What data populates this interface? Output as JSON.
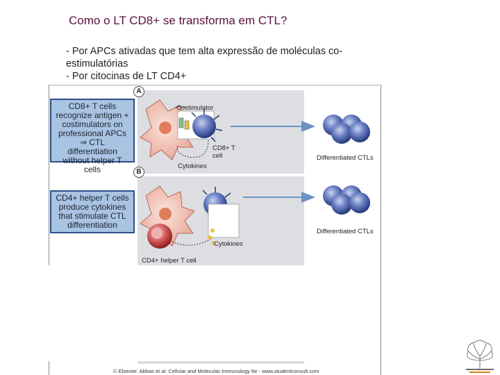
{
  "slide": {
    "title": "Como o LT CD8+ se transforma em CTL?",
    "bullets": [
      "- Por APCs ativadas que tem alta expressão de moléculas co-estimulatórias",
      "- Por citocinas de LT CD4+"
    ]
  },
  "figure": {
    "panel_a": {
      "letter": "A",
      "box_text": "CD8+ T cells recognize antigen + costimulators on professional APCs ⇒ CTL differentiation without helper T cells",
      "label_costimulator": "Costimulator",
      "label_cd8": "CD8+ T cell",
      "label_cytokines": "Cytokines",
      "label_result": "Differentiated CTLs"
    },
    "panel_b": {
      "letter": "B",
      "box_text": "CD4+ helper T cells produce cytokines that stimulate CTL differentiation",
      "label_cytokines": "Cytokines",
      "label_helper": "CD4+ helper T cell",
      "label_result": "Differentiated CTLs"
    },
    "copyright": "© Elsevier. Abbas et al: Cellular and Molecular Immunology 6e - www.studentconsult.com"
  },
  "colors": {
    "title": "#5a1040",
    "box_fill": "#a9c4e2",
    "box_border": "#2c4f8a",
    "panel_bg": "#dcdee2",
    "tcell": "#3b56a8",
    "arrow": "#6d93c2"
  }
}
